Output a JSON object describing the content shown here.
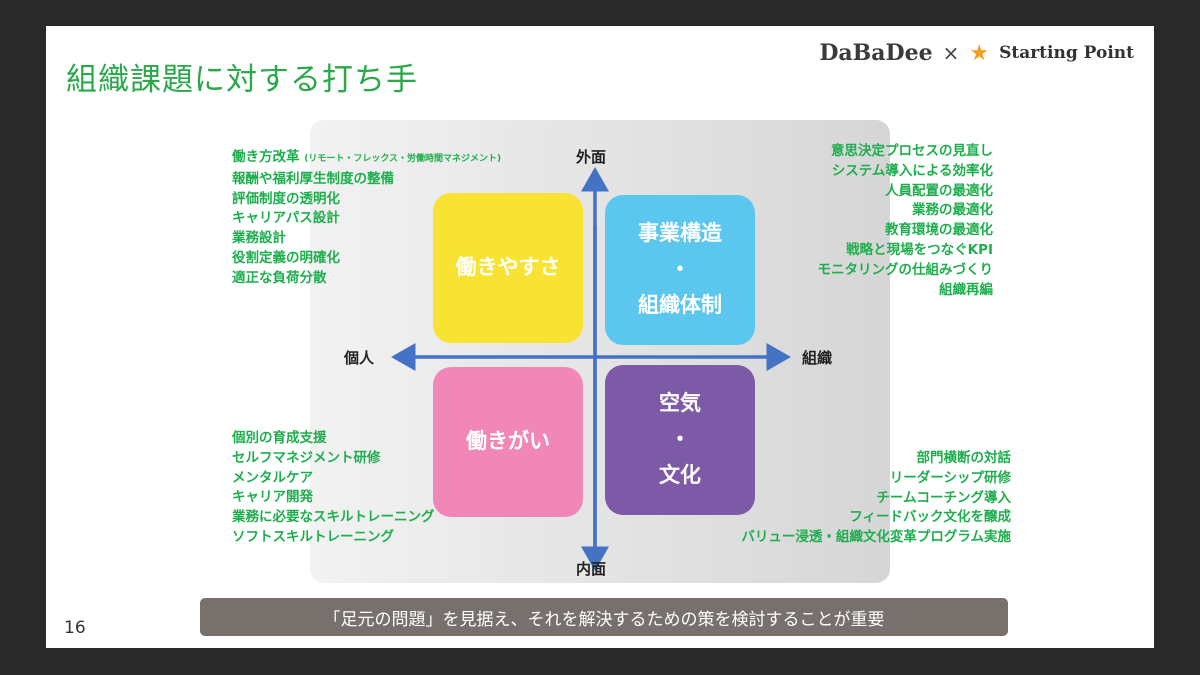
{
  "title": "組織課題に対する打ち手",
  "logo": {
    "left": "DaBaDee",
    "separator": "×",
    "right": "Starting Point"
  },
  "axes": {
    "top": "外面",
    "bottom": "内面",
    "left": "個人",
    "right": "組織"
  },
  "quadrants": {
    "top_left": {
      "label": "働きやすさ",
      "color": "#f9e332"
    },
    "top_right": {
      "line1": "事業構造",
      "dot": "・",
      "line2": "組織体制",
      "color": "#5bc6ee"
    },
    "bottom_left": {
      "label": "働きがい",
      "color": "#f087b6"
    },
    "bottom_right": {
      "line1": "空気",
      "dot": "・",
      "line2": "文化",
      "color": "#7d5aa8"
    }
  },
  "lists": {
    "top_left_first": "働き方改革",
    "top_left_first_note": "(リモート・フレックス・労働時間マネジメント)",
    "top_left": [
      "報酬や福利厚生制度の整備",
      "評価制度の透明化",
      "キャリアパス設計",
      "業務設計",
      "役割定義の明確化",
      "適正な負荷分散"
    ],
    "top_right": [
      "意思決定プロセスの見直し",
      "システム導入による効率化",
      "人員配置の最適化",
      "業務の最適化",
      "教育環境の最適化",
      "戦略と現場をつなぐKPI",
      "モニタリングの仕組みづくり",
      "組織再編"
    ],
    "bottom_left": [
      "個別の育成支援",
      "セルフマネジメント研修",
      "メンタルケア",
      "キャリア開発",
      "業務に必要なスキルトレーニング",
      "ソフトスキルトレーニング"
    ],
    "bottom_right": [
      "部門横断の対話",
      "リーダーシップ研修",
      "チームコーチング導入",
      "フィードバック文化を醸成",
      "バリュー浸透・組織文化変革プログラム実施"
    ]
  },
  "banner": "「足元の問題」を見据え、それを解決するための策を検討することが重要",
  "page_number": "16"
}
